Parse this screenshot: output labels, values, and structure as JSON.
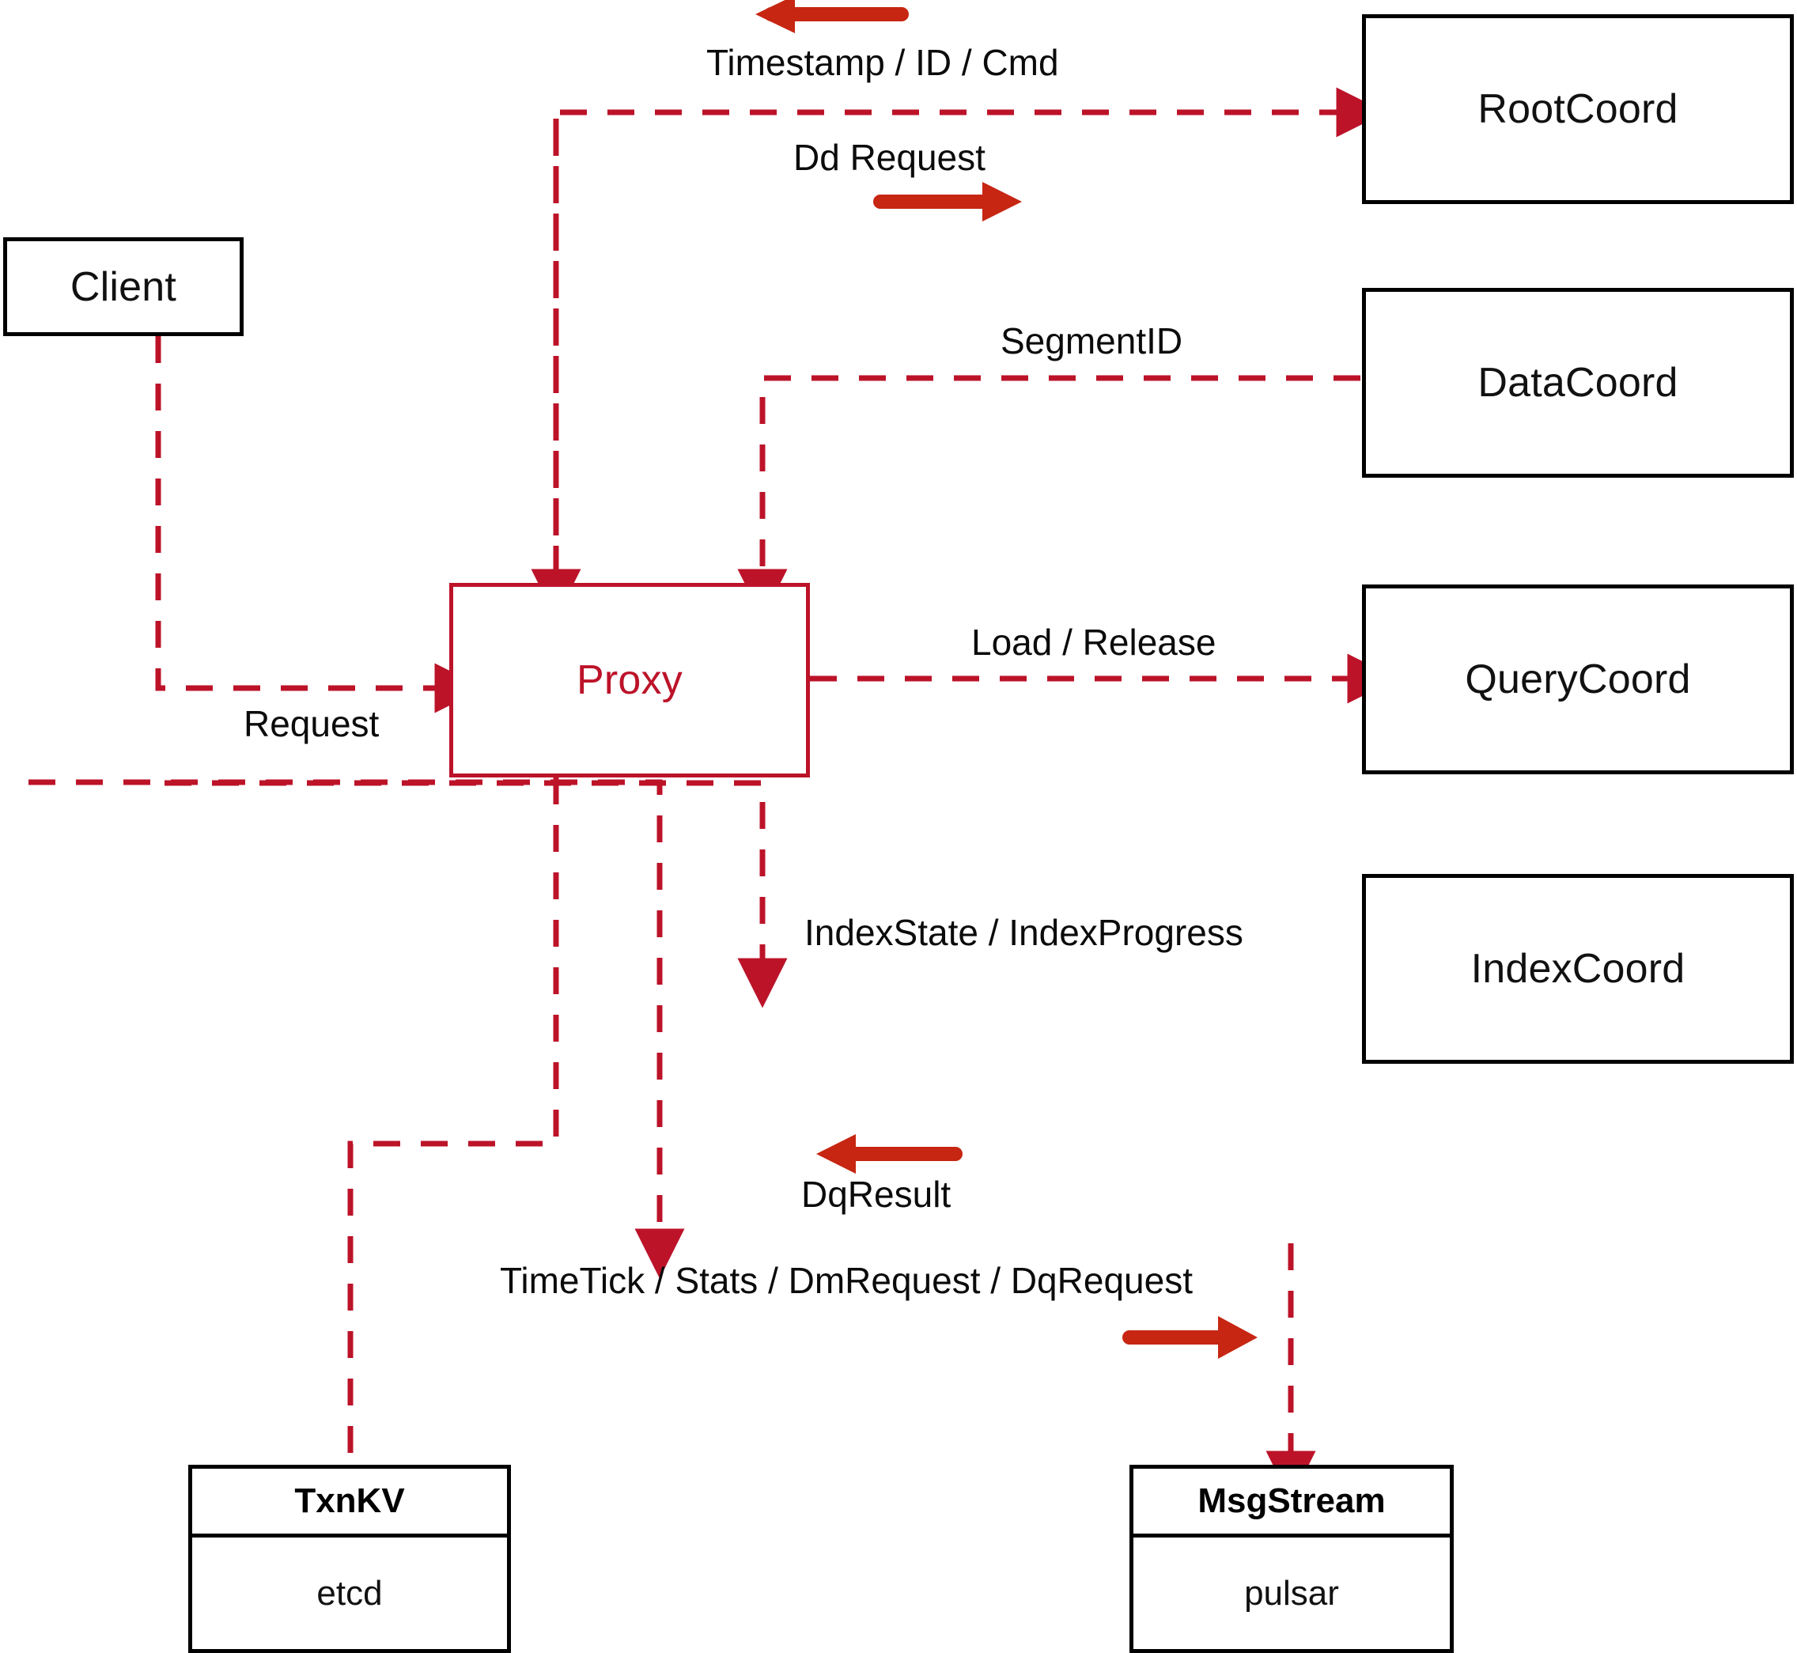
{
  "diagram": {
    "title": "Milvus Proxy interaction diagram",
    "colors": {
      "dashed_red": "#BC1329",
      "solid_arrow_red": "#C62612",
      "box_black": "#000000",
      "text_black": "#0B0B0B",
      "background": "#FFFFFF"
    },
    "nodes": [
      {
        "id": "client",
        "label": "Client",
        "style": "black"
      },
      {
        "id": "proxy",
        "label": "Proxy",
        "style": "red"
      },
      {
        "id": "rootcoord",
        "label": "RootCoord",
        "style": "black"
      },
      {
        "id": "datacoord",
        "label": "DataCoord",
        "style": "black"
      },
      {
        "id": "querycoord",
        "label": "QueryCoord",
        "style": "black"
      },
      {
        "id": "indexcoord",
        "label": "IndexCoord",
        "style": "black"
      }
    ],
    "stacked_nodes": [
      {
        "id": "txnkv",
        "header": "TxnKV",
        "body": "etcd"
      },
      {
        "id": "msgstream",
        "header": "MsgStream",
        "body": "pulsar"
      }
    ],
    "edge_labels": [
      {
        "id": "timestamp-id-cmd",
        "text": "Timestamp / ID / Cmd"
      },
      {
        "id": "dd-request",
        "text": "Dd Request"
      },
      {
        "id": "segment-id",
        "text": "SegmentID"
      },
      {
        "id": "load-release",
        "text": "Load / Release"
      },
      {
        "id": "request",
        "text": "Request"
      },
      {
        "id": "index-state",
        "text": "IndexState / IndexProgress"
      },
      {
        "id": "dq-result",
        "text": "DqResult"
      },
      {
        "id": "timetick-stats",
        "text": "TimeTick / Stats / DmRequest / DqRequest"
      }
    ],
    "flows": [
      {
        "from": "rootcoord",
        "to": "proxy",
        "label": "Timestamp / ID / Cmd",
        "direction": "left"
      },
      {
        "from": "proxy",
        "to": "rootcoord",
        "label": "Dd Request",
        "direction": "right"
      },
      {
        "from": "datacoord",
        "to": "proxy",
        "label": "SegmentID",
        "direction": "left"
      },
      {
        "from": "proxy",
        "to": "querycoord",
        "label": "Load / Release",
        "direction": "right"
      },
      {
        "from": "client",
        "to": "proxy",
        "label": "Request",
        "direction": "right"
      },
      {
        "from": "indexcoord",
        "to": "proxy",
        "label": "IndexState / IndexProgress",
        "direction": "left"
      },
      {
        "from": "msgstream",
        "to": "proxy",
        "label": "DqResult",
        "direction": "left"
      },
      {
        "from": "proxy",
        "to": "msgstream",
        "label": "TimeTick / Stats / DmRequest / DqRequest",
        "direction": "right"
      },
      {
        "from": "proxy",
        "to": "txnkv",
        "label": "",
        "direction": "down"
      }
    ]
  }
}
